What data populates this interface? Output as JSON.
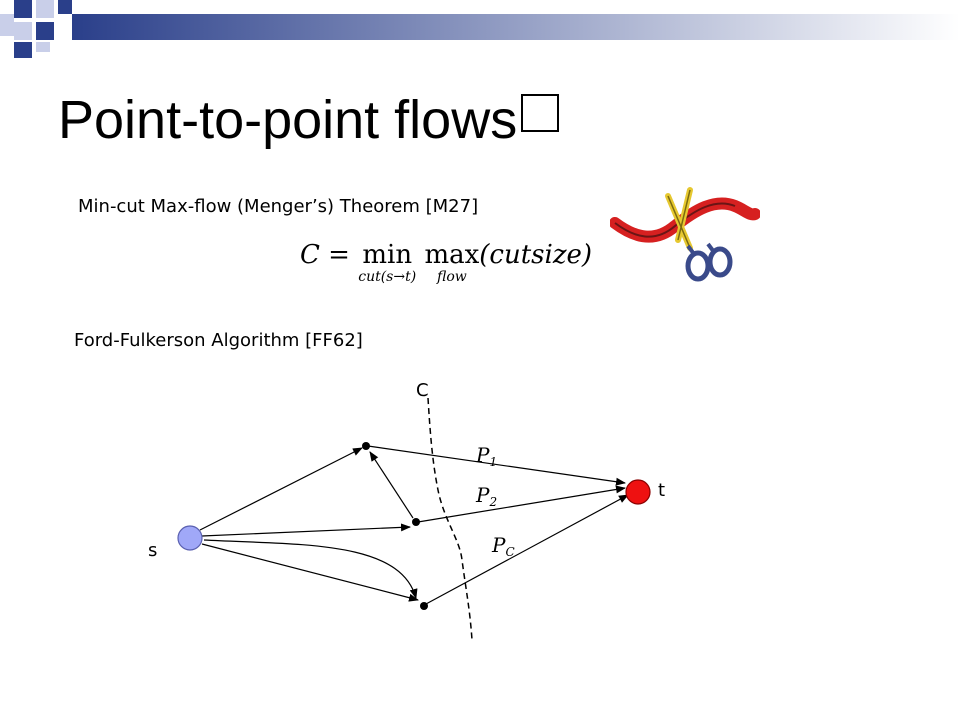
{
  "slide": {
    "title": "Point-to-point flows",
    "theorem": "Min-cut Max-flow (Menger’s) Theorem [M27]",
    "algorithm": "Ford-Fulkerson Algorithm [FF62]"
  },
  "formula": {
    "lhs": "C",
    "eq": "=",
    "min_op": "min",
    "min_sub": "cut(s→t)",
    "max_op": "max",
    "max_sub": "flow",
    "arg": "(cutsize)"
  },
  "diagram": {
    "cut_label": "C",
    "source_label": "s",
    "sink_label": "t",
    "paths": [
      {
        "base": "P",
        "sub": "1"
      },
      {
        "base": "P",
        "sub": "2"
      },
      {
        "base": "P",
        "sub": "C"
      }
    ],
    "colors": {
      "source": "#a0a8f8",
      "sink": "#ee1111",
      "header_dark": "#2a3f8a",
      "header_light": "#dfe3f3"
    }
  }
}
